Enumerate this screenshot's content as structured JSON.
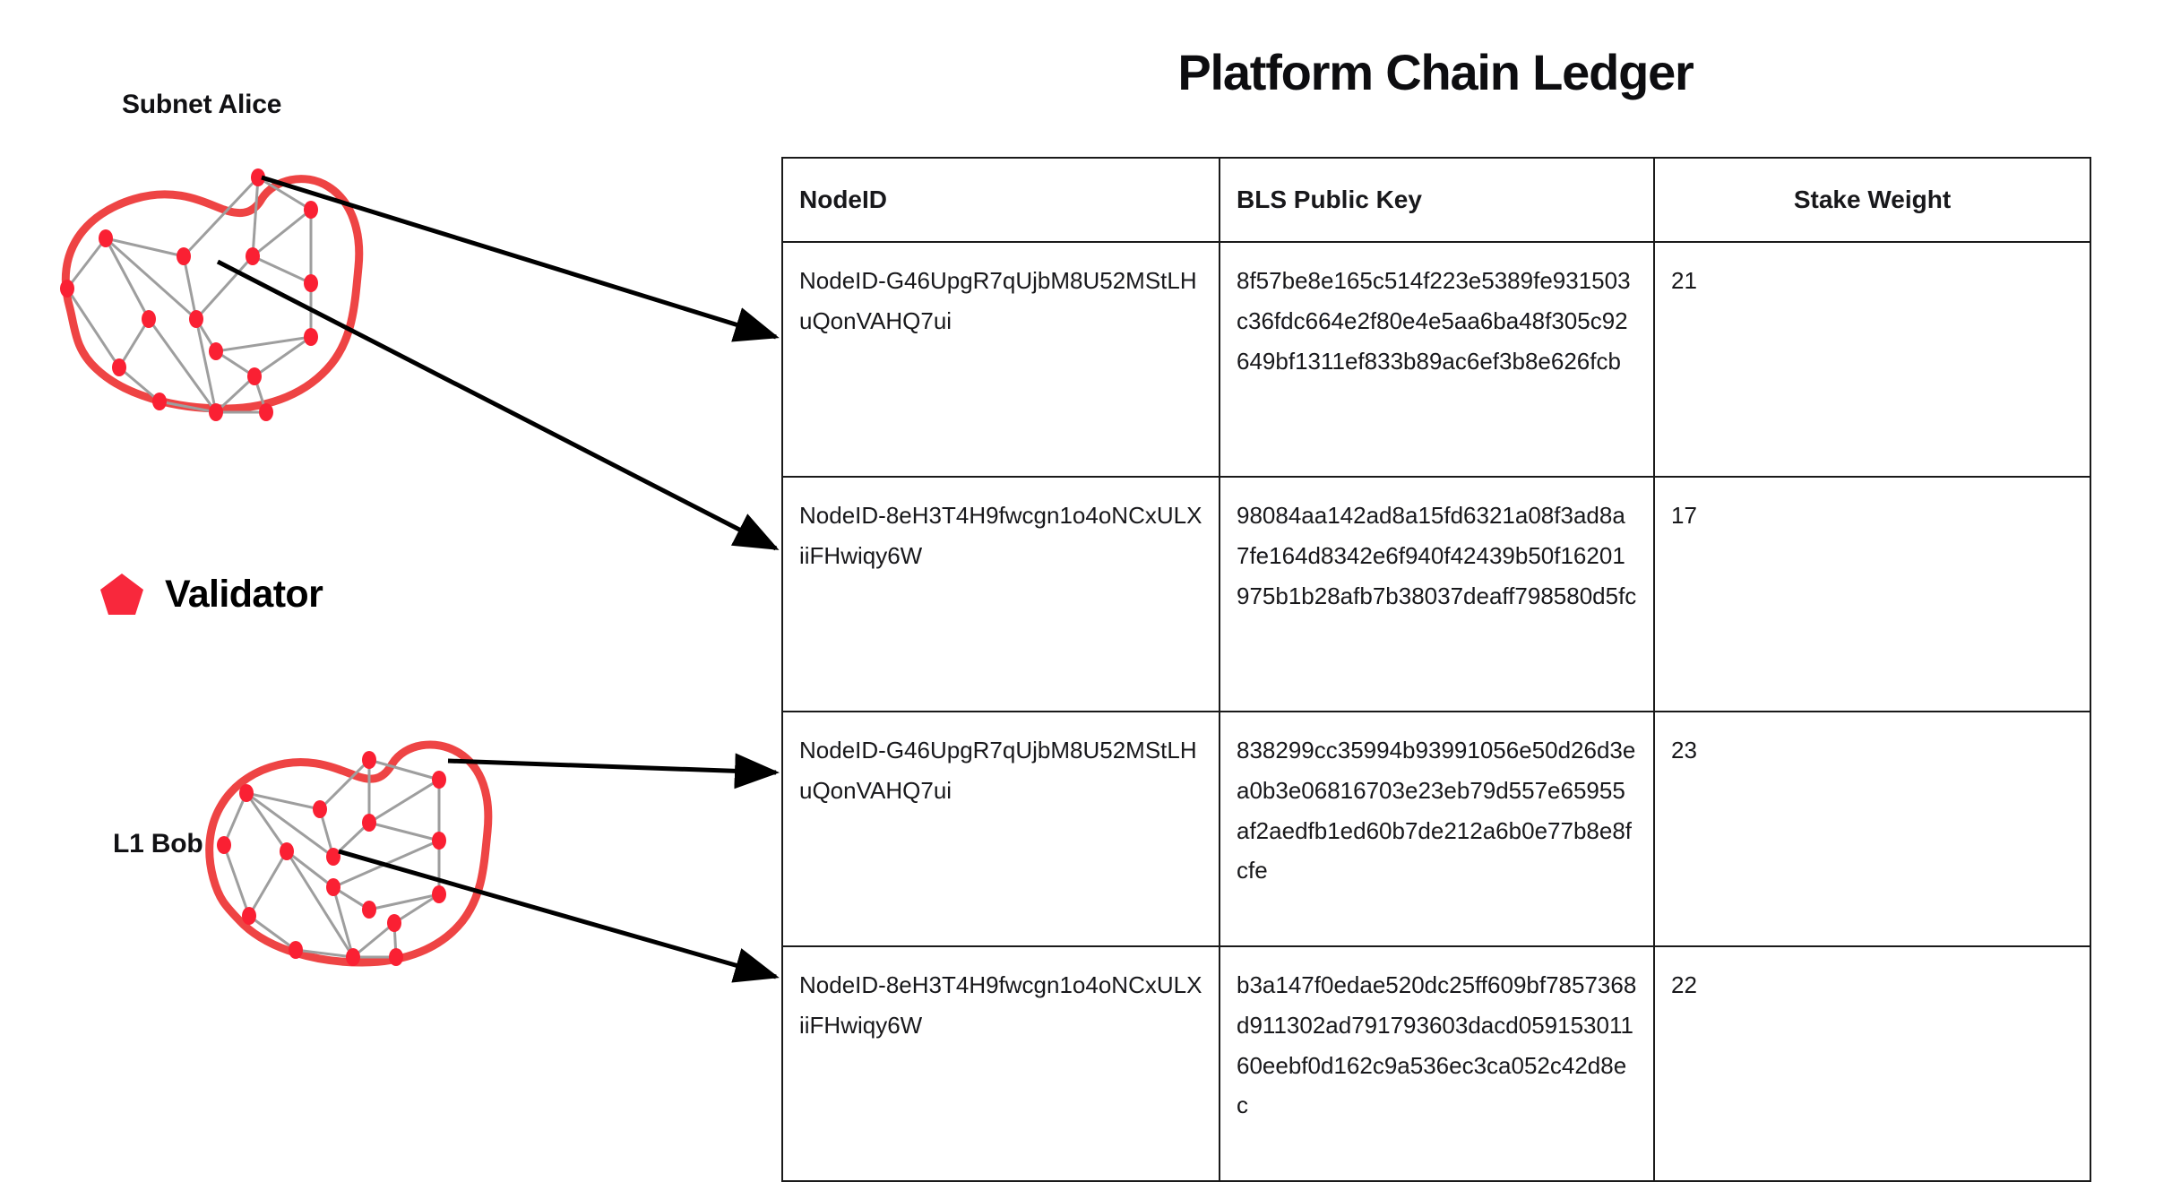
{
  "title": "Platform Chain Ledger",
  "diagram": {
    "subnet_alice_label": "Subnet Alice",
    "l1_bob_label": "L1 Bob",
    "legend": {
      "validator_label": "Validator",
      "validator_shape": "pentagon",
      "validator_color": "#F8283C"
    },
    "blob_outline_color": "#EE4444",
    "node_color": "#FA2033",
    "edge_color": "#9E9E9E",
    "arrow_color": "#000000"
  },
  "table": {
    "columns": [
      "NodeID",
      "BLS Public Key",
      "Stake Weight"
    ],
    "rows": [
      {
        "node_id": "NodeID-G46UpgR7qUjbM8U52MStLHuQonVAHQ7ui",
        "bls_public_key": "8f57be8e165c514f223e5389fe931503c36fdc664e2f80e4e5aa6ba48f305c92649bf1311ef833b89ac6ef3b8e626fcb",
        "stake_weight": "21"
      },
      {
        "node_id": "NodeID-8eH3T4H9fwcgn1o4oNCxULXiiFHwiqy6W",
        "bls_public_key": "98084aa142ad8a15fd6321a08f3ad8a7fe164d8342e6f940f42439b50f16201975b1b28afb7b38037deaff798580d5fc",
        "stake_weight": "17"
      },
      {
        "node_id": "NodeID-G46UpgR7qUjbM8U52MStLHuQonVAHQ7ui",
        "bls_public_key": "838299cc35994b93991056e50d26d3ea0b3e06816703e23eb79d557e65955af2aedfb1ed60b7de212a6b0e77b8e8fcfe",
        "stake_weight": "23"
      },
      {
        "node_id": "NodeID-8eH3T4H9fwcgn1o4oNCxULXiiFHwiqy6W",
        "bls_public_key": "b3a147f0edae520dc25ff609bf7857368d911302ad791793603dacd05915301160eebf0d162c9a536ec3ca052c42d8ec",
        "stake_weight": "22"
      }
    ]
  }
}
